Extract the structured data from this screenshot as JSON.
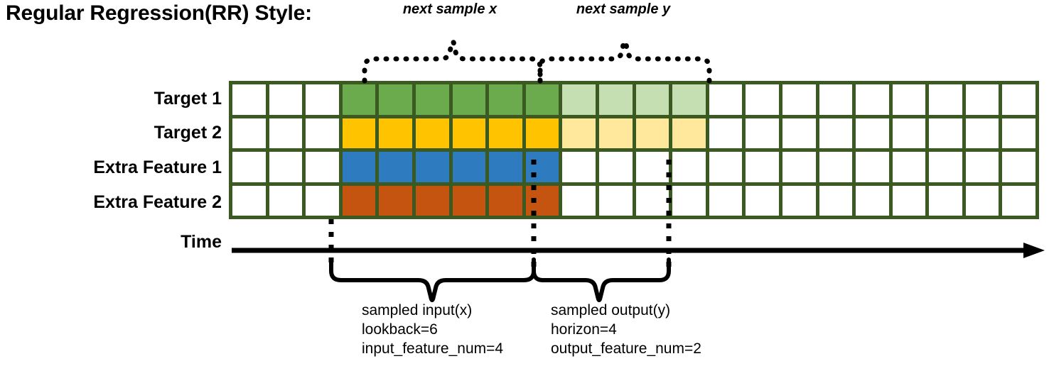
{
  "title": "Regular Regression(RR) Style:",
  "top_captions": {
    "next_sample_x": "next sample x",
    "next_sample_y": "next sample y"
  },
  "rows": [
    {
      "label": "Target 1",
      "name": "target-1"
    },
    {
      "label": "Target 2",
      "name": "target-2"
    },
    {
      "label": "Extra Feature 1",
      "name": "extra-feature-1"
    },
    {
      "label": "Extra Feature 2",
      "name": "extra-feature-2"
    }
  ],
  "time_axis": {
    "label": "Time"
  },
  "bottom_notes": {
    "input": {
      "line1": "sampled input(x)",
      "line2": "lookback=6",
      "line3": "input_feature_num=4"
    },
    "output": {
      "line1": "sampled output(y)",
      "line2": "horizon=4",
      "line3": "output_feature_num=2"
    }
  },
  "grid": {
    "total_columns": 22,
    "pad_columns": 3,
    "lookback": 6,
    "horizon": 4,
    "colors": {
      "border": "#3a5a22",
      "empty": "#ffffff",
      "target1_input": "#6cab4d",
      "target1_output": "#c5dfb3",
      "target2_input": "#ffc300",
      "target2_output": "#ffe79b",
      "extra1_input": "#2e7bbf",
      "extra2_input": "#c65411"
    },
    "cell_fills": [
      [
        "#ffffff",
        "#ffffff",
        "#ffffff",
        "#6cab4d",
        "#6cab4d",
        "#6cab4d",
        "#6cab4d",
        "#6cab4d",
        "#6cab4d",
        "#c5dfb3",
        "#c5dfb3",
        "#c5dfb3",
        "#c5dfb3",
        "#ffffff",
        "#ffffff",
        "#ffffff",
        "#ffffff",
        "#ffffff",
        "#ffffff",
        "#ffffff",
        "#ffffff",
        "#ffffff"
      ],
      [
        "#ffffff",
        "#ffffff",
        "#ffffff",
        "#ffc300",
        "#ffc300",
        "#ffc300",
        "#ffc300",
        "#ffc300",
        "#ffc300",
        "#ffe79b",
        "#ffe79b",
        "#ffe79b",
        "#ffe79b",
        "#ffffff",
        "#ffffff",
        "#ffffff",
        "#ffffff",
        "#ffffff",
        "#ffffff",
        "#ffffff",
        "#ffffff",
        "#ffffff"
      ],
      [
        "#ffffff",
        "#ffffff",
        "#ffffff",
        "#2e7bbf",
        "#2e7bbf",
        "#2e7bbf",
        "#2e7bbf",
        "#2e7bbf",
        "#2e7bbf",
        "#ffffff",
        "#ffffff",
        "#ffffff",
        "#ffffff",
        "#ffffff",
        "#ffffff",
        "#ffffff",
        "#ffffff",
        "#ffffff",
        "#ffffff",
        "#ffffff",
        "#ffffff",
        "#ffffff"
      ],
      [
        "#ffffff",
        "#ffffff",
        "#ffffff",
        "#c65411",
        "#c65411",
        "#c65411",
        "#c65411",
        "#c65411",
        "#c65411",
        "#ffffff",
        "#ffffff",
        "#ffffff",
        "#ffffff",
        "#ffffff",
        "#ffffff",
        "#ffffff",
        "#ffffff",
        "#ffffff",
        "#ffffff",
        "#ffffff",
        "#ffffff",
        "#ffffff"
      ]
    ]
  }
}
